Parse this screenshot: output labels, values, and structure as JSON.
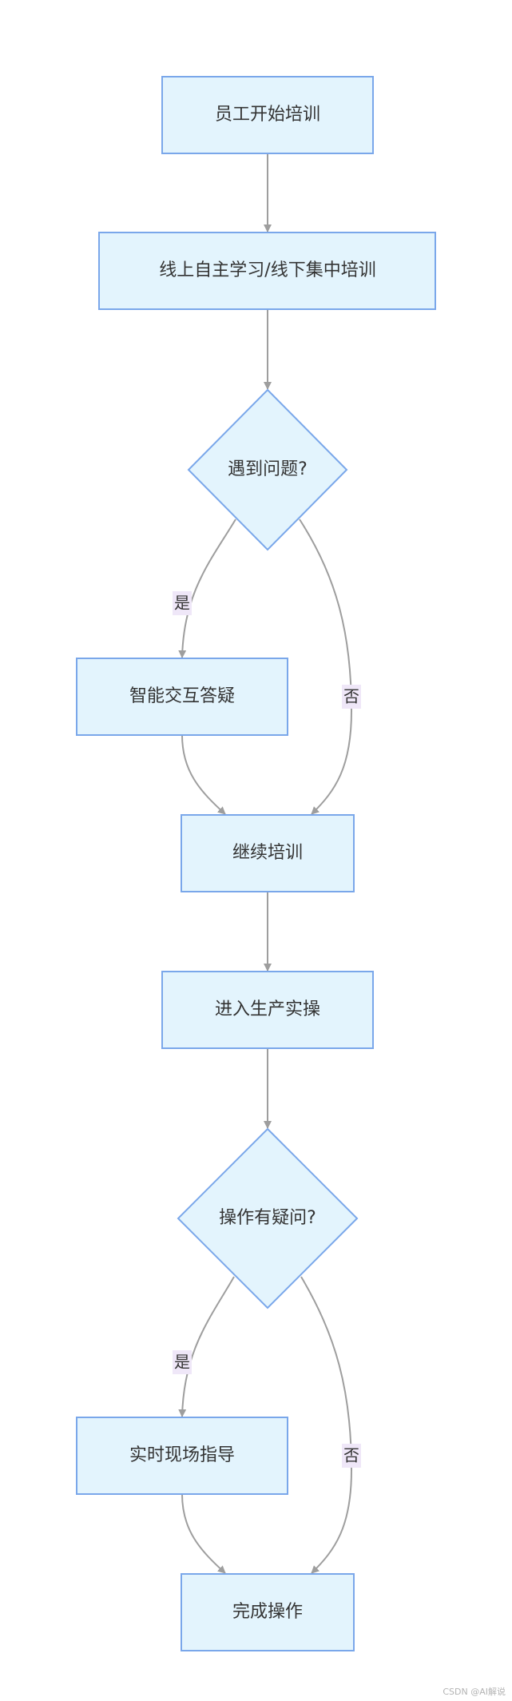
{
  "nodes": {
    "start": "员工开始培训",
    "training_mode": "线上自主学习/线下集中培训",
    "problem_decision": "遇到问题?",
    "ai_qa": "智能交互答疑",
    "continue_training": "继续培训",
    "production": "进入生产实操",
    "doubt_decision": "操作有疑问?",
    "live_guidance": "实时现场指导",
    "finish": "完成操作"
  },
  "edges": {
    "problem_yes": "是",
    "problem_no": "否",
    "doubt_yes": "是",
    "doubt_no": "否"
  },
  "watermark": "CSDN @AI解说",
  "colors": {
    "node_fill": "#e3f4fd",
    "node_stroke": "#7aa7ea",
    "edge": "#9e9e9e",
    "label_bg": "#efe7f8"
  }
}
